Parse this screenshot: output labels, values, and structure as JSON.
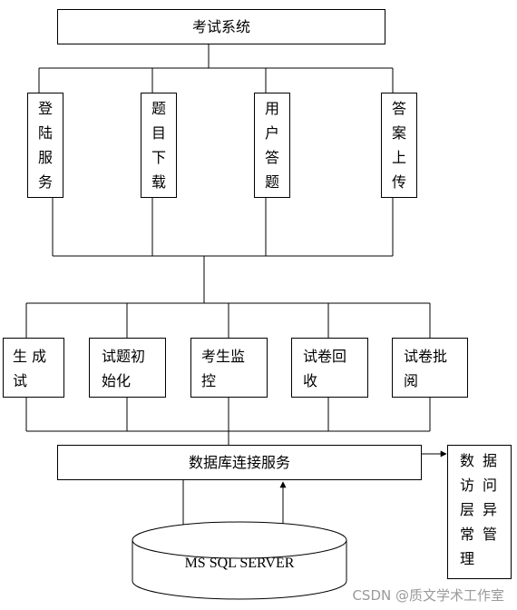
{
  "title": "考试系统",
  "client_modules": [
    {
      "id": "login",
      "label": "登陆服务"
    },
    {
      "id": "download",
      "label": "题目下载"
    },
    {
      "id": "answer",
      "label": "用户答题"
    },
    {
      "id": "upload",
      "label": "答案上传"
    }
  ],
  "server_modules": [
    {
      "id": "generate",
      "line1": "生 成",
      "line2": "试"
    },
    {
      "id": "init",
      "line1": "试题初",
      "line2": "始化"
    },
    {
      "id": "monitor",
      "line1": "考生监",
      "line2": "控"
    },
    {
      "id": "recycle",
      "line1": "试卷回",
      "line2": "收"
    },
    {
      "id": "review",
      "line1": "试卷批",
      "line2": "阅"
    }
  ],
  "db_service": "数据库连接服务",
  "exception_box": {
    "col1": "数访层常理",
    "col2": "据问异管"
  },
  "database": "MS SQL SERVER",
  "watermark": "CSDN @质文学术工作室",
  "colors": {
    "line": "#000000",
    "watermark": "#9a9a9a"
  }
}
